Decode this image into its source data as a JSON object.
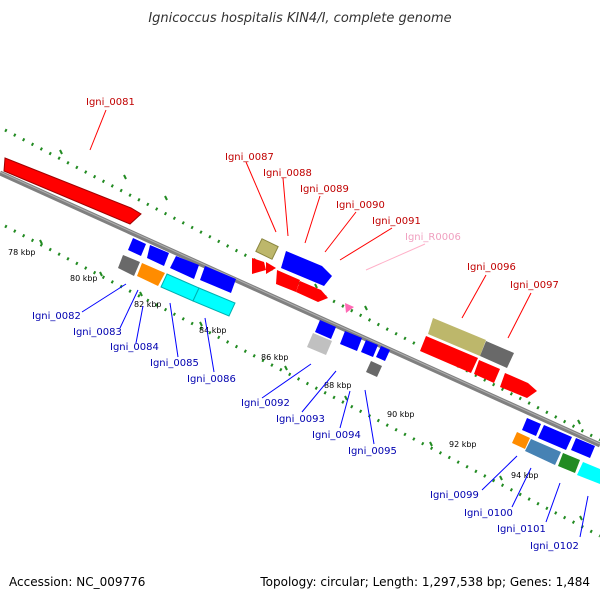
{
  "title": "Ignicoccus hospitalis KIN4/I, complete genome",
  "footer": {
    "accession": "Accession: NC_009776",
    "summary": "Topology: circular; Length: 1,297,538 bp; Genes: 1,484"
  },
  "scale_labels": [
    "78 kbp",
    "80 kbp",
    "82 kbp",
    "84 kbp",
    "86 kbp",
    "88 kbp",
    "90 kbp",
    "92 kbp",
    "94 kbp"
  ],
  "forward_genes": [
    {
      "name": "Igni_0081",
      "color": "#ff0000"
    },
    {
      "name": "Igni_0087",
      "color": "#bdb76b"
    },
    {
      "name": "Igni_0088",
      "color": "#ff0000"
    },
    {
      "name": "Igni_0089",
      "color": "#ff0000"
    },
    {
      "name": "Igni_0090",
      "color": "#ff0000"
    },
    {
      "name": "Igni_0091",
      "color": "#0000ff"
    },
    {
      "name": "Igni_R0006",
      "color": "#ff69b4"
    },
    {
      "name": "Igni_0096",
      "color": "#bdb76b"
    },
    {
      "name": "Igni_0097",
      "color": "#696969"
    }
  ],
  "reverse_genes": [
    {
      "name": "Igni_0082",
      "color": "#696969"
    },
    {
      "name": "Igni_0083",
      "color": "#ff8c00"
    },
    {
      "name": "Igni_0084",
      "color": "#0000ff"
    },
    {
      "name": "Igni_0085",
      "color": "#00ffff"
    },
    {
      "name": "Igni_0086",
      "color": "#00ffff"
    },
    {
      "name": "Igni_0092",
      "color": "#c0c0c0"
    },
    {
      "name": "Igni_0093",
      "color": "#0000ff"
    },
    {
      "name": "Igni_0094",
      "color": "#0000ff"
    },
    {
      "name": "Igni_0095",
      "color": "#696969"
    },
    {
      "name": "Igni_0099",
      "color": "#ff8c00"
    },
    {
      "name": "Igni_0100",
      "color": "#4682b4"
    },
    {
      "name": "Igni_0101",
      "color": "#228b22"
    },
    {
      "name": "Igni_0102",
      "color": "#00ffff"
    }
  ],
  "colors": {
    "backbone": "#808080",
    "dots": "#228b22",
    "forward_label": "#c00000",
    "reverse_label": "#0000b0",
    "rna_label": "#f0a0c0"
  }
}
